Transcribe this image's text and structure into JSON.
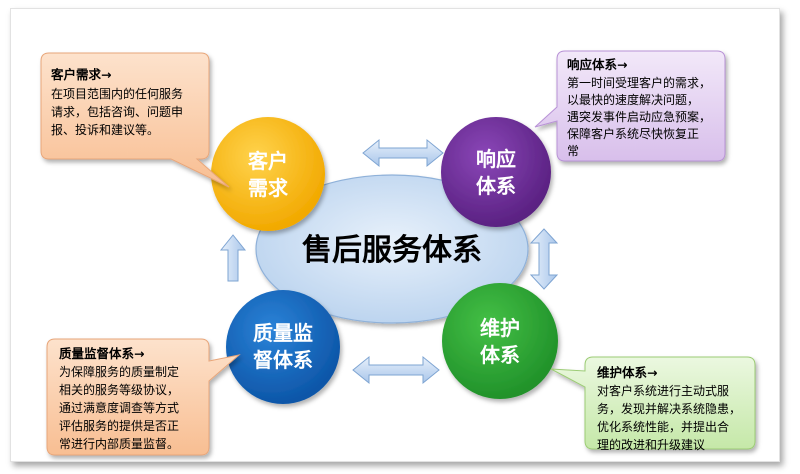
{
  "center": {
    "title": "售后服务体系"
  },
  "circles": {
    "customer": {
      "line1": "客户",
      "line2": "需求",
      "color": "#f6b300"
    },
    "response": {
      "line1": "响应",
      "line2": "体系",
      "color": "#6a2c91"
    },
    "quality": {
      "line1": "质量监",
      "line2": "督体系",
      "color": "#1565c0"
    },
    "maintenance": {
      "line1": "维护",
      "line2": "体系",
      "color": "#2fa52f"
    }
  },
  "callouts": {
    "customer": {
      "title": "客户需求→",
      "lines": [
        "在项目范围内的任何服务",
        "请求，包括咨询、问题申",
        "报、投诉和建议等。"
      ],
      "color": "#fbd2b2"
    },
    "response": {
      "title": "响应体系→",
      "lines": [
        "第一时间受理客户的需求，",
        "以最快的速度解决问题，",
        "遇突发事件启动应急预案，",
        "保障客户系统尽快恢复正",
        "常"
      ],
      "color": "#e6d4f2"
    },
    "quality": {
      "title": "质量监督体系→",
      "lines": [
        "为保障服务的质量制定",
        "相关的服务等级协议，",
        "通过满意度调查等方式",
        "评估服务的提供是否正",
        "常进行内部质量监督。"
      ],
      "color": "#fbd2b2"
    },
    "maintenance": {
      "title": "维护体系→",
      "lines": [
        "对客户系统进行主动式服",
        "务，发现并解决系统隐患，",
        "优化系统性能，并提出合",
        "理的改进和升级建议"
      ],
      "color": "#d6f0c2"
    }
  }
}
